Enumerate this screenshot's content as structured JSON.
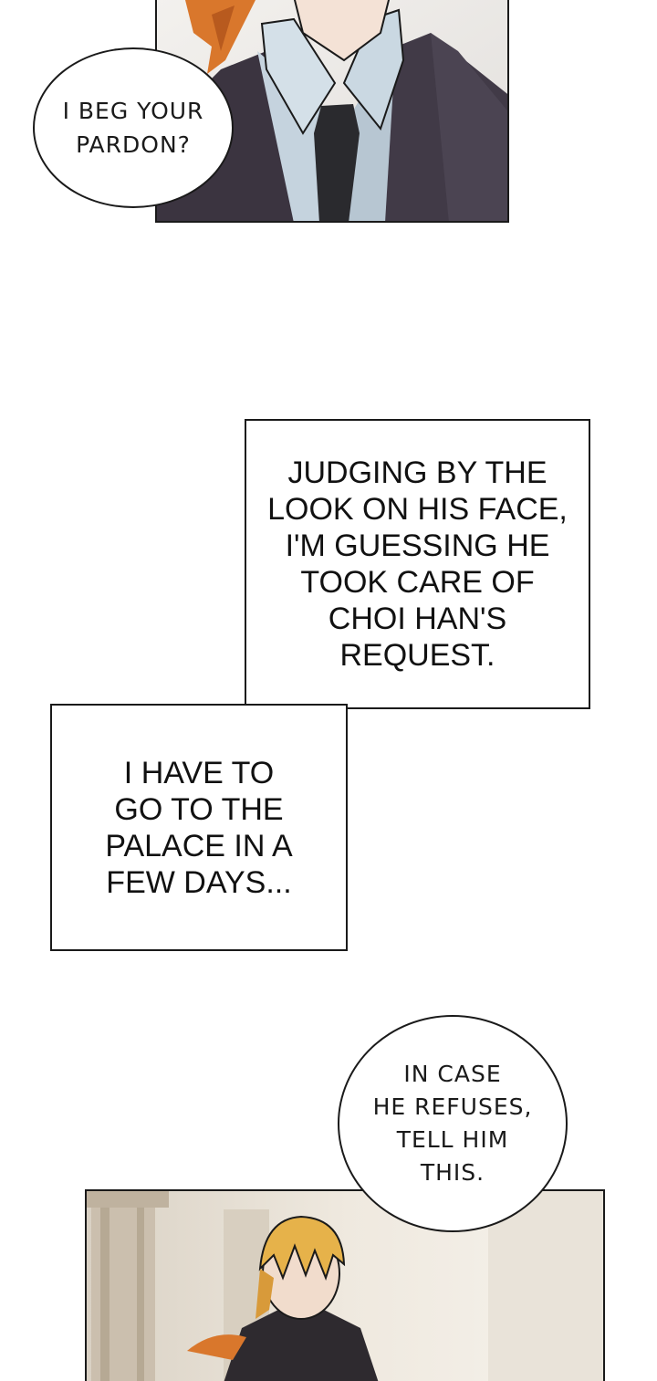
{
  "panels": {
    "top": {
      "speech": "I BEG YOUR\nPARDON?"
    },
    "captions": [
      {
        "text": "JUDGING BY THE\nLOOK ON HIS FACE,\nI'M GUESSING HE\nTOOK CARE OF\nCHOI HAN'S\nREQUEST."
      },
      {
        "text": "I HAVE TO\nGO TO THE\nPALACE IN A\nFEW DAYS..."
      }
    ],
    "bottom": {
      "speech": "IN CASE\nHE REFUSES,\nTELL HIM\nTHIS."
    }
  },
  "colors": {
    "ink": "#1a1a1a",
    "hair_orange": "#d9772c",
    "hair_blonde": "#e6b24a",
    "shirt": "#b9c9d6",
    "suit": "#3b3440",
    "tie": "#2a2a2e",
    "background": "#ffffff"
  }
}
